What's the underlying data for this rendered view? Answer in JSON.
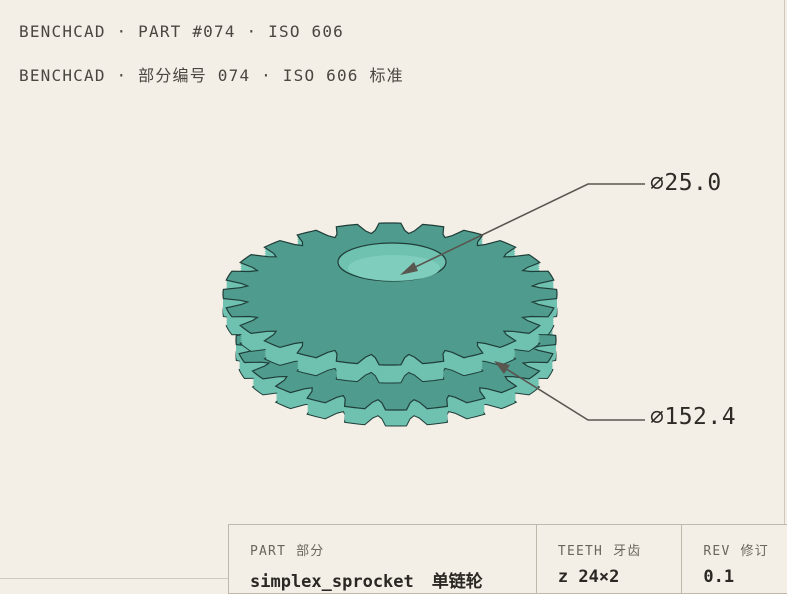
{
  "header": {
    "line_en": "BENCHCAD · PART #074 · ISO 606",
    "line_cn": "BENCHCAD · 部分编号 074 · ISO 606 标准"
  },
  "dimensions": {
    "bore": "⌀25.0",
    "outer": "⌀152.4"
  },
  "title_block": {
    "part_label": "PART",
    "part_label_cn": "部分",
    "part_value": "simplex_sprocket",
    "part_value_cn": "单链轮",
    "teeth_label": "TEETH",
    "teeth_label_cn": "牙齿",
    "teeth_value": "z 24×2",
    "rev_label": "REV",
    "rev_label_cn": "修订",
    "rev_value": "0.1"
  },
  "colors": {
    "background": "#f4efe6",
    "sprocket_top": "#4f9b8d",
    "sprocket_side": "#6fc1b0",
    "sprocket_edge": "#1f3d38",
    "leader": "#5a5650"
  }
}
